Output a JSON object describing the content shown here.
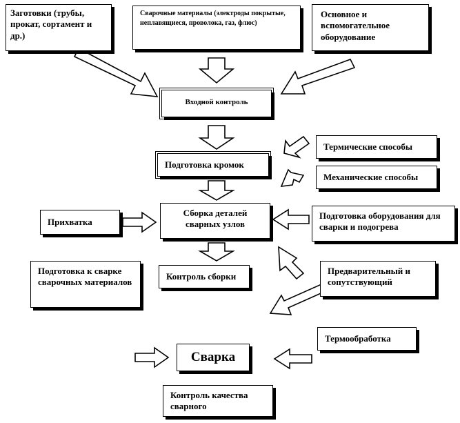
{
  "diagram": {
    "boxes": {
      "blanks": "Заготовки (трубы, прокат, сортамент и др.)",
      "materials": "Сварочные материалы (электроды покрытые, неплавящиеся, проволока, газ, флюс)",
      "equipment": "Основное и вспомогательное оборудование",
      "incoming_control": "Входной контроль",
      "thermal_methods": "Термические способы",
      "edge_prep": "Подготовка кромок",
      "mechanical_methods": "Механические способы",
      "tack": "Прихватка",
      "assembly": "Сборка деталей сварных узлов",
      "equipment_prep": "Подготовка оборудования для сварки и подогрева",
      "material_prep": "Подготовка к сварке сварочных материалов",
      "assembly_control": "Контроль сборки",
      "preheat": "Предварительный и сопутствующий",
      "heat_treatment": "Термообработка",
      "welding": "Сварка",
      "quality_control": "Контроль качества сварного"
    }
  }
}
